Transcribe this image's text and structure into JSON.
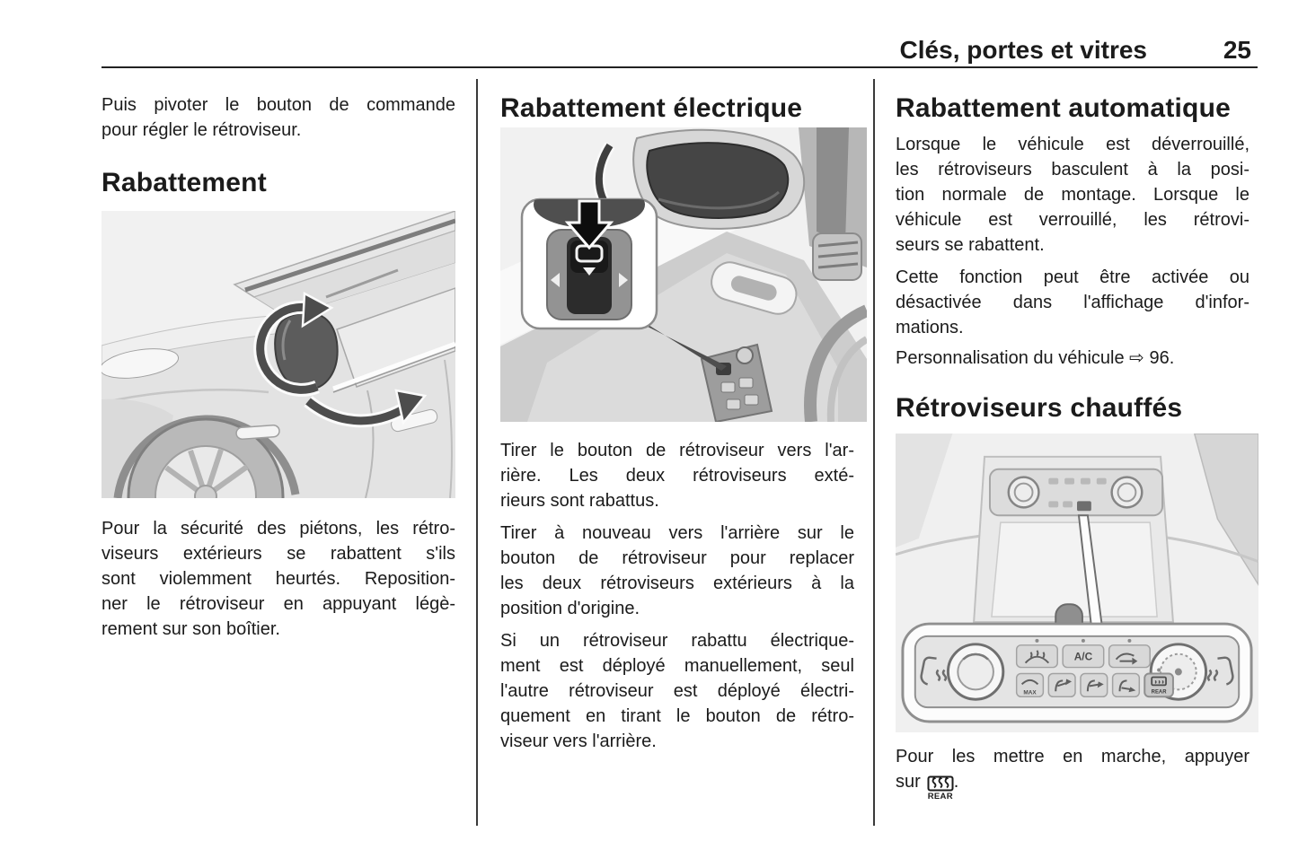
{
  "header": {
    "section_title": "Clés, portes et vitres",
    "page_number": "25"
  },
  "col1": {
    "intro_lines": [
      "Puis pivoter le bouton de commande",
      "pour régler le rétroviseur."
    ],
    "heading": "Rabattement",
    "body_lines": [
      "Pour la sécurité des piétons, les rétro-",
      "viseurs extérieurs se rabattent s'ils",
      "sont violemment heurtés. Reposition-",
      "ner le rétroviseur en appuyant légè-",
      "rement sur son boîtier."
    ]
  },
  "col2": {
    "heading": "Rabattement électrique",
    "para1_lines": [
      "Tirer le bouton de rétroviseur vers l'ar-",
      "rière. Les deux rétroviseurs exté-",
      "rieurs sont rabattus."
    ],
    "para2_lines": [
      "Tirer à nouveau vers l'arrière sur le",
      "bouton de rétroviseur pour replacer",
      "les deux rétroviseurs extérieurs à la",
      "position d'origine."
    ],
    "para3_lines": [
      "Si un rétroviseur rabattu électrique-",
      "ment est déployé manuellement, seul",
      "l'autre rétroviseur est déployé électri-",
      "quement en tirant le bouton de rétro-",
      "viseur vers l'arrière."
    ]
  },
  "col3": {
    "heading_auto": "Rabattement automatique",
    "para1_lines": [
      "Lorsque le véhicule est déverrouillé,",
      "les rétroviseurs basculent à la posi-",
      "tion normale de montage. Lorsque le",
      "véhicule est verrouillé, les rétrovi-",
      "seurs se rabattent."
    ],
    "para2_lines": [
      "Cette fonction peut être activée ou",
      "désactivée dans l'affichage d'infor-",
      "mations."
    ],
    "personalization_ref": "Personnalisation du véhicule ⇨ 96.",
    "heading_heated": "Rétroviseurs chauffés",
    "caption_line1": "Pour les mettre en marche, appuyer",
    "caption_line2_prefix": "sur",
    "caption_suffix": ".",
    "rear_button_label": "REAR"
  },
  "figures": {
    "car_fold": {
      "icon_name": "exterior-mirror-folding-illustration"
    },
    "door_switch": {
      "icon_name": "power-mirror-switch-illustration"
    },
    "console": {
      "icon_name": "climate-panel-heated-mirror-illustration",
      "ac_label": "A/C",
      "max_label": "MAX",
      "rear_label": "REAR"
    },
    "colors": {
      "illustration_bg": "#f1f1f1",
      "line_dark": "#4d4d4d"
    }
  }
}
